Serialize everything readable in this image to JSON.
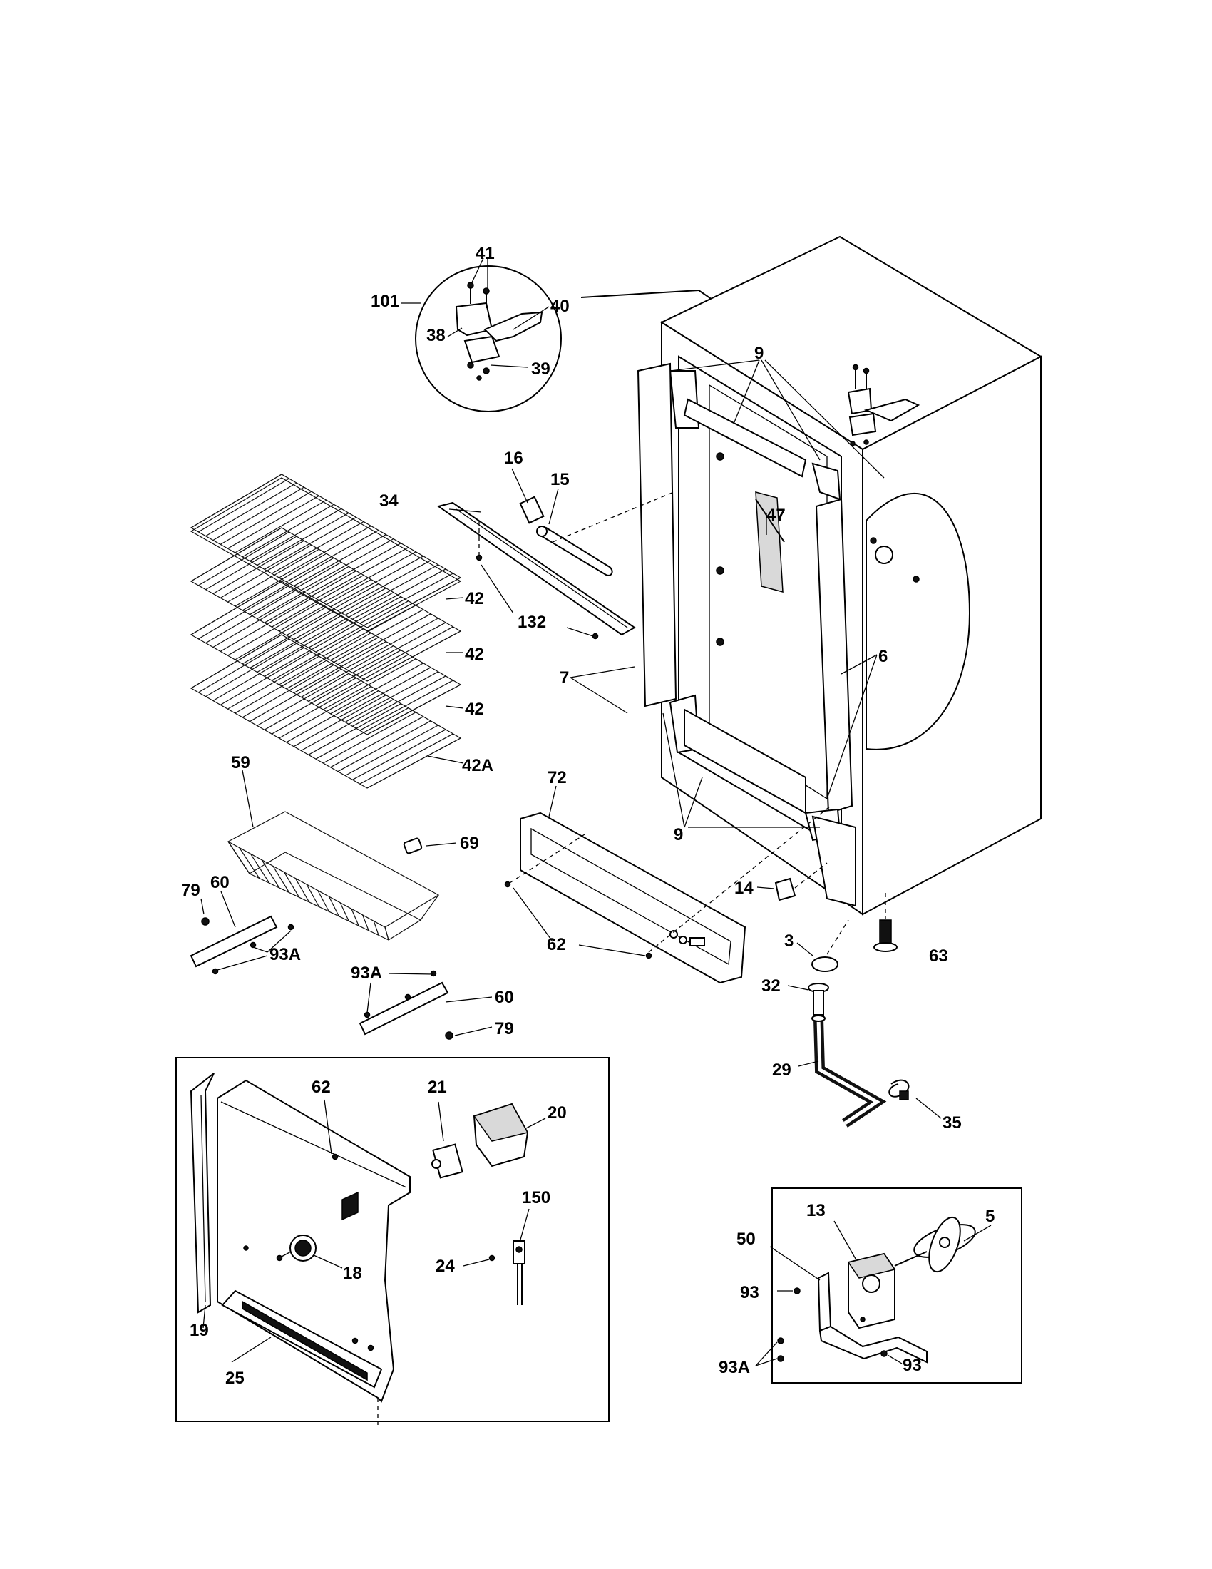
{
  "labels": {
    "l101": "101",
    "l41": "41",
    "l38": "38",
    "l40": "40",
    "l39": "39",
    "l9a": "9",
    "l9b": "9",
    "l16": "16",
    "l15": "15",
    "l34": "34",
    "l47": "47",
    "l42a": "42",
    "l42b": "42",
    "l42c": "42",
    "l42A": "42A",
    "l132": "132",
    "l7": "7",
    "l6": "6",
    "l59": "59",
    "l72": "72",
    "l69": "69",
    "l79a": "79",
    "l60a": "60",
    "l93Aa": "93A",
    "l93Ab": "93A",
    "l60b": "60",
    "l79b": "79",
    "l62a": "62",
    "l14": "14",
    "l3": "3",
    "l63": "63",
    "l32": "32",
    "l29": "29",
    "l35": "35",
    "l62b": "62",
    "l21": "21",
    "l20": "20",
    "l150": "150",
    "l24": "24",
    "l18": "18",
    "l19": "19",
    "l25": "25",
    "l13": "13",
    "l5": "5",
    "l50": "50",
    "l93a": "93",
    "l93Ac": "93A",
    "l93b": "93"
  }
}
